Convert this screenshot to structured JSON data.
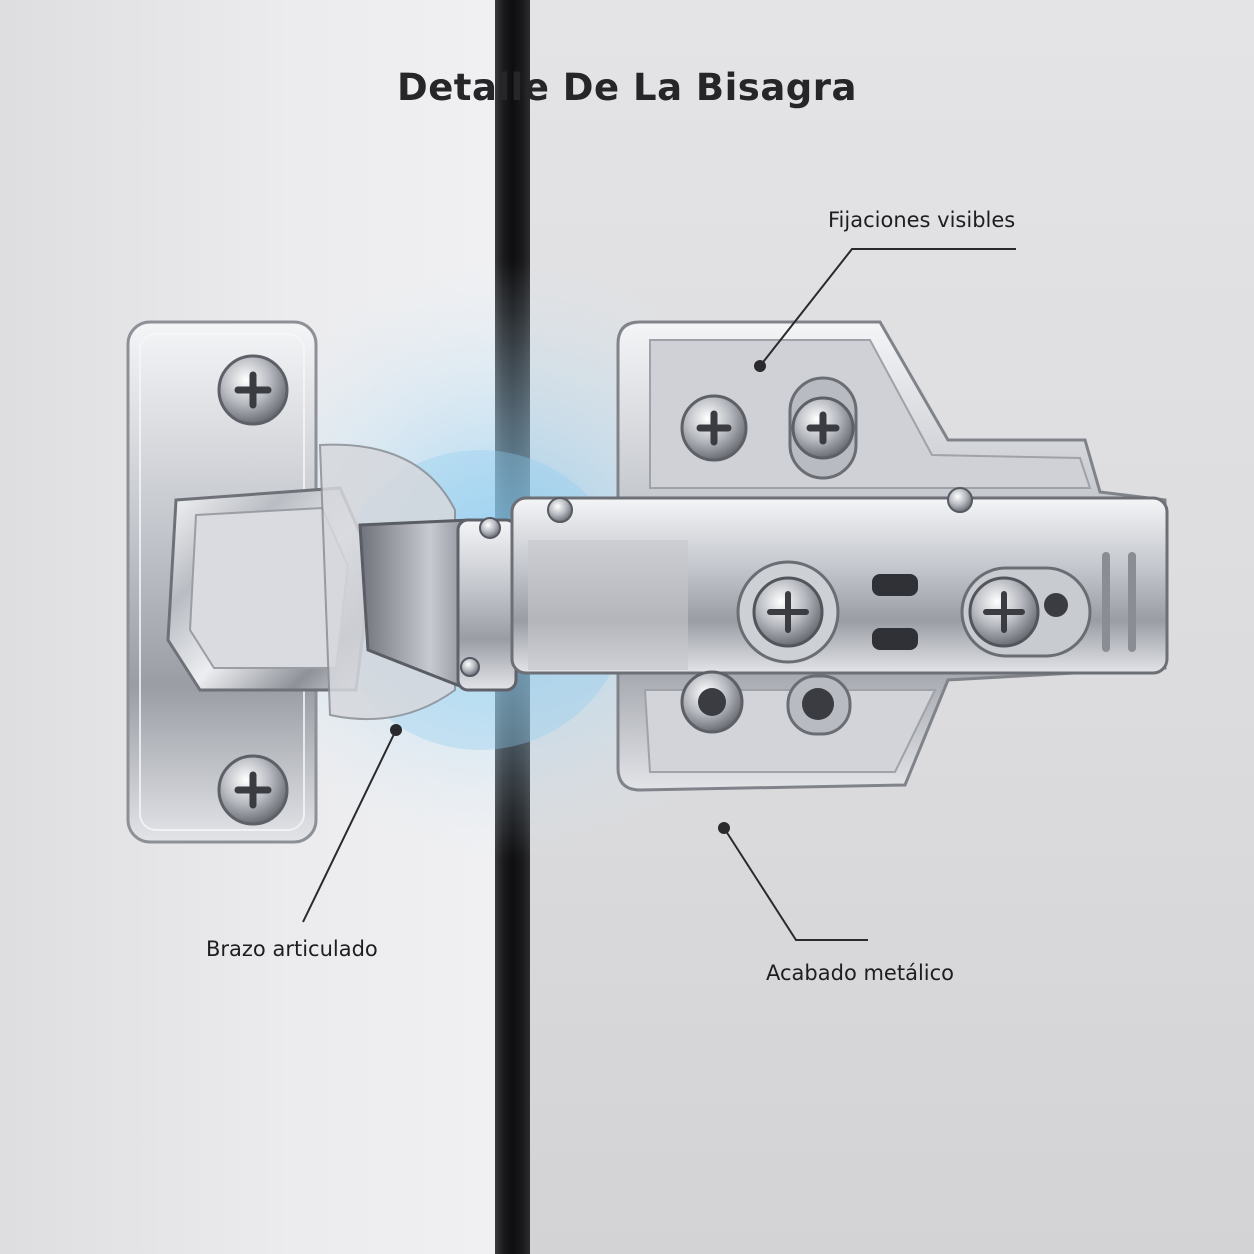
{
  "title": "Detalle De La Bisagra",
  "callouts": {
    "fixings": "Fijaciones visibles",
    "arm": "Brazo articulado",
    "finish": "Acabado metálico"
  },
  "colors": {
    "background": "#e8e8ea",
    "gap": "#141416",
    "glow": "#9fd4f2",
    "metal": "#c9cbd0"
  }
}
